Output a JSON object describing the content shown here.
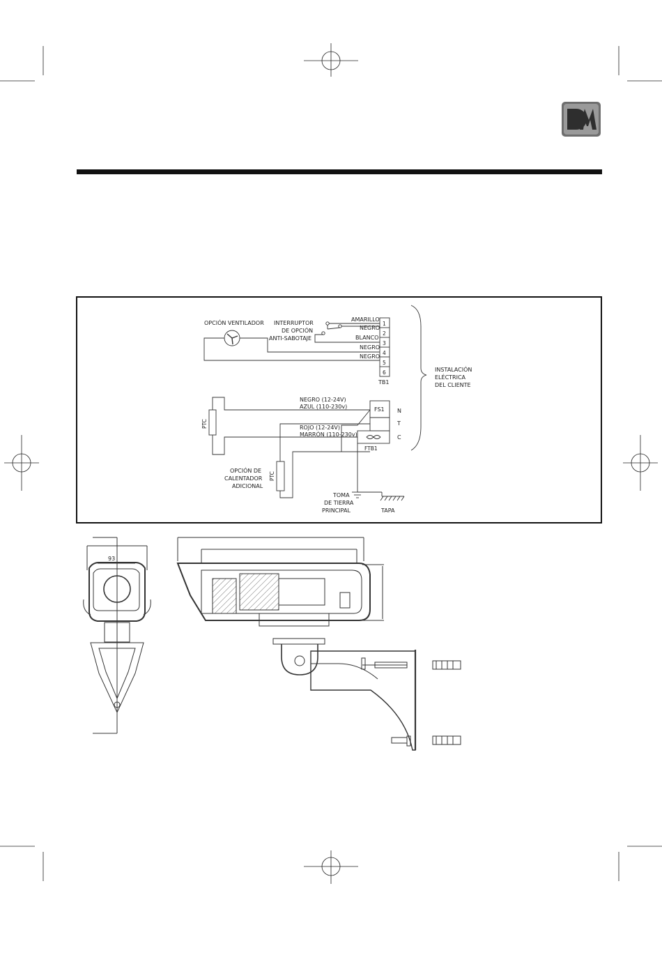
{
  "logo": {
    "text": "DM"
  },
  "wiring": {
    "fan_option": "OPCIÓN VENTILADOR",
    "switch_label": [
      "INTERRUPTOR",
      "DE OPCIÓN",
      "ANTI-SABOTAJE"
    ],
    "wires": [
      "AMARILLO",
      "NEGRO",
      "BLANCO",
      "NEGRO",
      "NEGRO"
    ],
    "terminals": [
      "1",
      "2",
      "3",
      "4",
      "5",
      "6"
    ],
    "tb1": "TB1",
    "customer_install": [
      "INSTALACIÓN",
      "ELÉCTRICA",
      "DEL CLIENTE"
    ],
    "ptc": "PTC",
    "negro_12_24": "NEGRO (12-24V)",
    "azul_110_230": "AZUL (110-230v)",
    "rojo_12_24": "ROJO (12-24V)",
    "marron_110_230": "MARRÓN (110-230v)",
    "fs1": "FS1",
    "ftb1": "FTB1",
    "ntc": [
      "N",
      "T",
      "C"
    ],
    "heater_option": [
      "OPCIÓN DE",
      "CALENTADOR",
      "ADICIONAL"
    ],
    "ground": [
      "TOMA",
      "DE TIERRA",
      "PRINCIPAL"
    ],
    "tapa": "TAPA"
  },
  "drawing": {
    "width_dim": "93"
  }
}
